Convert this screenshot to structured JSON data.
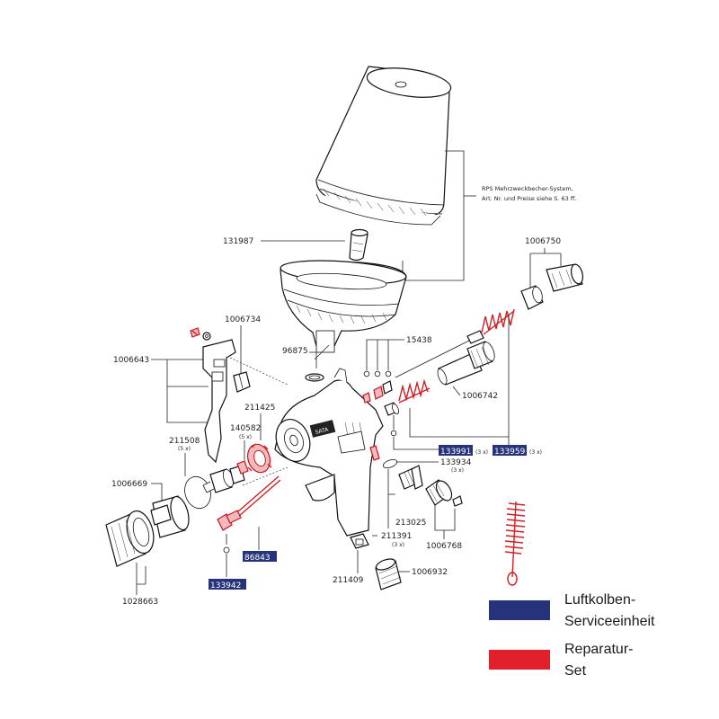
{
  "note": {
    "line1": "RPS Mehrzweckbecher-System,",
    "line2": "Art. Nr. und Preise siehe S. 63 ff."
  },
  "labels": {
    "p131987": "131987",
    "p1006750": "1006750",
    "p1006734": "1006734",
    "p1006643": "1006643",
    "p96875": "96875",
    "p15438": "15438",
    "p1006742": "1006742",
    "p211425": "211425",
    "p140582": "140582",
    "p140582_qty": "(5 x)",
    "p211508": "211508",
    "p211508_qty": "(5 x)",
    "p133934": "133934",
    "p133934_qty": "(3 x)",
    "p1006669": "1006669",
    "p213025": "213025",
    "p211391": "211391",
    "p211391_qty": "(3 x)",
    "p1006768": "1006768",
    "p211409": "211409",
    "p1006932": "1006932",
    "p1028663": "1028663"
  },
  "boxed": {
    "b133991": "133991",
    "b133991_qty": "(3 x)",
    "b133959": "133959",
    "b133959_qty": "(3 x)",
    "b86843": "86843",
    "b133942": "133942"
  },
  "legend": {
    "blue_line1": "Luftkolben-",
    "blue_line2": "Serviceeinheit",
    "red_line1": "Reparatur-",
    "red_line2": "Set"
  },
  "colors": {
    "blue": "#26337a",
    "red": "#e2202c"
  }
}
